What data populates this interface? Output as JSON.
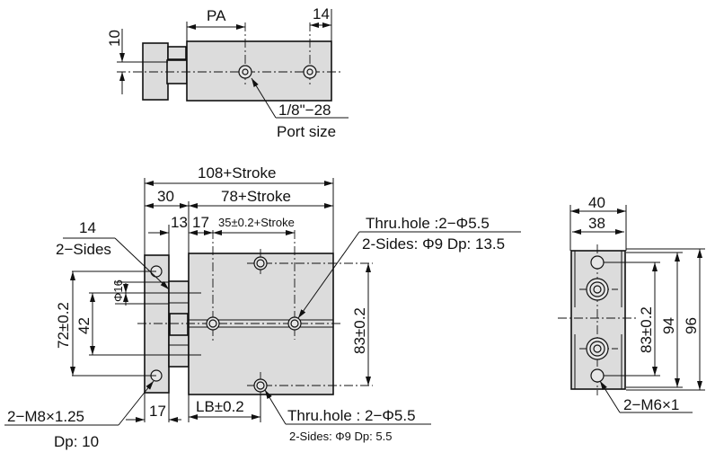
{
  "top_view": {
    "dim_pa": "PA",
    "dim_14": "14",
    "dim_10": "10",
    "port_thread": "1/8\"−28",
    "port_label": "Port size"
  },
  "front_view": {
    "dim_overall": "108+Stroke",
    "dim_30": "30",
    "dim_body": "78+Stroke",
    "dim_13": "13",
    "dim_17_top": "17",
    "dim_35": "35±0.2+Stroke",
    "dim_14": "14",
    "label_2sides": "2−Sides",
    "dim_phi16": "Φ16",
    "dim_72": "72±0.2",
    "dim_42": "42",
    "dim_83": "83±0.2",
    "dim_17_bottom": "17",
    "dim_lb": "LB±0.2",
    "thread_label": "2−M8×1.25",
    "thread_depth": "Dp: 10",
    "thru_hole_top": "Thru.hole :2−Φ5.5",
    "thru_hole_top_cb": "2-Sides: Φ9 Dp: 13.5",
    "thru_hole_bottom": "Thru.hole : 2−Φ5.5",
    "thru_hole_bottom_cb": "2-Sides: Φ9 Dp: 5.5"
  },
  "side_view": {
    "dim_40": "40",
    "dim_38": "38",
    "dim_83": "83±0.2",
    "dim_94": "94",
    "dim_96": "96",
    "thread_label": "2−M6×1"
  }
}
